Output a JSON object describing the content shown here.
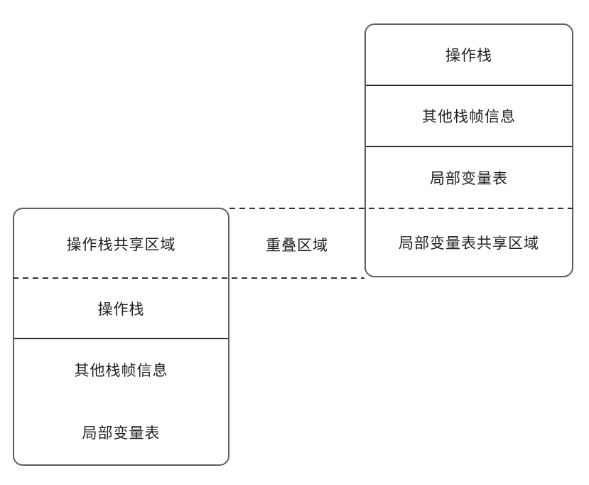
{
  "diagram": {
    "overlap_label": "重叠区域",
    "frame_right": {
      "rows": [
        {
          "label": "操作栈"
        },
        {
          "label": "其他栈帧信息"
        },
        {
          "label": "局部变量表"
        },
        {
          "label": "局部变量表共享区域"
        }
      ]
    },
    "frame_left": {
      "rows": [
        {
          "label": "操作栈共享区域"
        },
        {
          "label": "操作栈"
        },
        {
          "label": "其他栈帧信息"
        },
        {
          "label": "局部变量表"
        }
      ]
    },
    "colors": {
      "background": "#ffffff",
      "frame_border": "#5f5f5f",
      "solid_divider": "#2f2f2f",
      "dashed_line": "#333333",
      "text": "#1f1f1f"
    }
  }
}
